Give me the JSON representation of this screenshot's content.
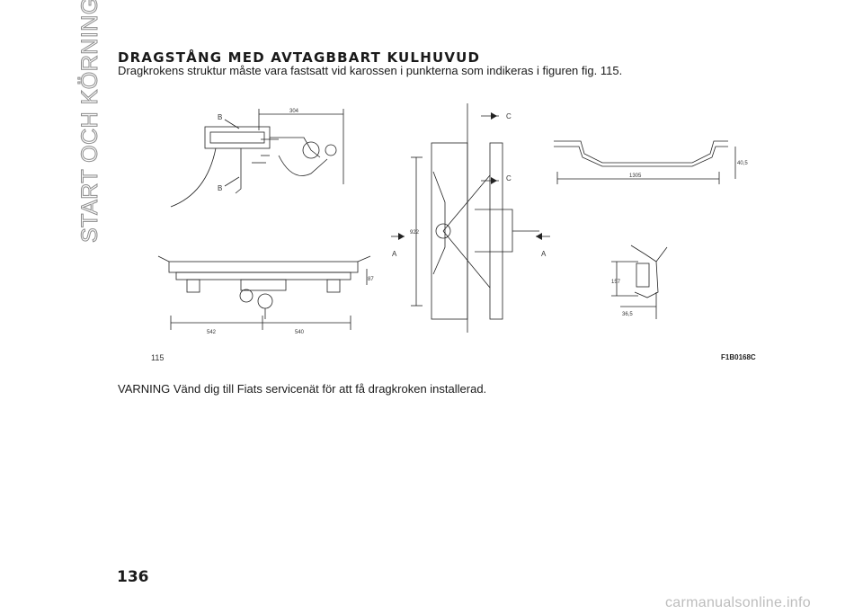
{
  "section_title": "START OCH KÖRNING",
  "heading": "DRAGSTÅNG MED AVTAGBBART KULHUVUD",
  "intro": "Dragkrokens struktur måste vara fastsatt vid karossen i punkterna som indikeras i figuren fig. 115.",
  "figure": {
    "number": "115",
    "code": "F1B0168C",
    "labels": {
      "b": "B",
      "a": "A",
      "c": "C",
      "dim_304": "304",
      "dim_542": "542",
      "dim_540": "540",
      "dim_87": "87",
      "dim_922": "922",
      "dim_1305": "1305",
      "dim_40_5": "40,5",
      "dim_157": "157",
      "dim_36_5": "36,5"
    }
  },
  "warning": "VARNING Vänd dig till Fiats servicenät för att få dragkroken installerad.",
  "page_number": "136",
  "watermark": "carmanualsonline.info"
}
